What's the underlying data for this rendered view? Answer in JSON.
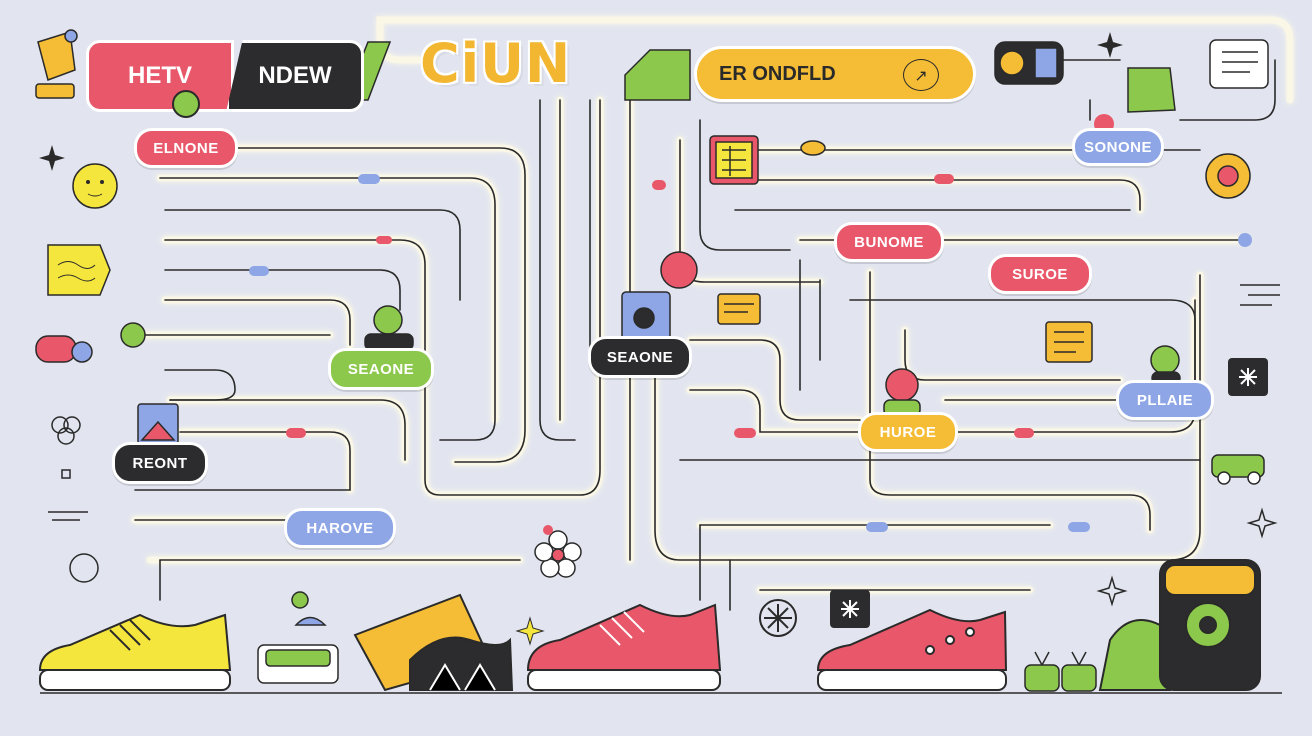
{
  "header": {
    "tab_left": "HETV",
    "tab_right": "NDEW",
    "brand": "CiUN",
    "search_text": "ER ONDFLD"
  },
  "nodes": [
    {
      "id": "elnone",
      "label": "ELNONE",
      "color": "#e8586a",
      "text_color": "#ffffff"
    },
    {
      "id": "sonone",
      "label": "SONONE",
      "color": "#8ea6e6",
      "text_color": "#ffffff"
    },
    {
      "id": "bunome",
      "label": "BUNOME",
      "color": "#e8586a",
      "text_color": "#ffffff"
    },
    {
      "id": "suroe",
      "label": "SUROE",
      "color": "#e8586a",
      "text_color": "#ffffff"
    },
    {
      "id": "seaone_green",
      "label": "SEAONE",
      "color": "#8cc84b",
      "text_color": "#ffffff"
    },
    {
      "id": "seaone_dark",
      "label": "SEAONE",
      "color": "#2c2c2e",
      "text_color": "#ffffff"
    },
    {
      "id": "pllaie",
      "label": "PLLAIE",
      "color": "#8ea6e6",
      "text_color": "#ffffff"
    },
    {
      "id": "huroe",
      "label": "HUROE",
      "color": "#f5bd35",
      "text_color": "#ffffff"
    },
    {
      "id": "reont",
      "label": "REONT",
      "color": "#2c2c2e",
      "text_color": "#ffffff"
    },
    {
      "id": "harove",
      "label": "HAROVE",
      "color": "#8ea6e6",
      "text_color": "#ffffff"
    }
  ],
  "colors": {
    "background": "#e2e5ef",
    "red": "#e8586a",
    "yellow": "#f5bd35",
    "green": "#8cc84b",
    "blue": "#8ea6e6",
    "dark": "#2c2c2e"
  },
  "icons": [
    "lamp-icon",
    "chat-bubble-icon",
    "smiley-icon",
    "sticky-note-icon",
    "speech-bubble-icon",
    "clover-icon",
    "sparkle-icon",
    "gear-icon",
    "star-box-icon",
    "car-icon",
    "flower-icon",
    "sneaker-yellow-icon",
    "sneaker-red-icon",
    "sneaker-red-right-icon",
    "bag-icon",
    "backpack-icon",
    "tape-icon",
    "document-list-icon",
    "folder-icon",
    "card-icon",
    "plant-icon",
    "bag-yellow-icon",
    "character-icon",
    "asterisk-icon"
  ]
}
